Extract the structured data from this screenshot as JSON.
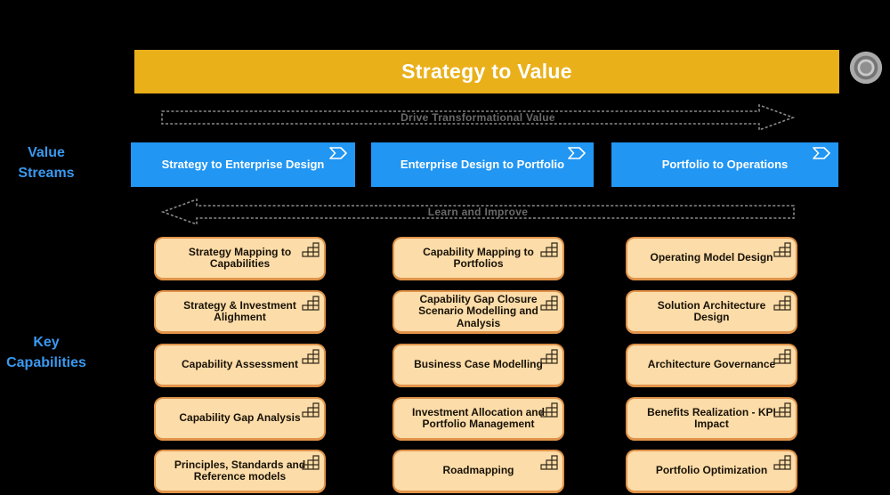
{
  "title": "Strategy to Value",
  "arrows": {
    "forward": "Drive Transformational Value",
    "backward": "Learn and Improve"
  },
  "side_labels": {
    "value_streams": "Value Streams",
    "key_capabilities": "Key Capabilities"
  },
  "icons": {
    "banner_right": "target-icon",
    "stream_corner": "value-stream-icon",
    "capability_corner": "capability-grid-icon"
  },
  "colors": {
    "background": "#000000",
    "banner": "#E9B01A",
    "stream_box": "#2196F3",
    "capability_fill": "#FCDCA8",
    "capability_border": "#E1944A",
    "side_label_text": "#3A99EF",
    "arrow_gray": "#6A6A6A"
  },
  "value_streams": [
    {
      "label": "Strategy to Enterprise Design"
    },
    {
      "label": "Enterprise Design to Portfolio"
    },
    {
      "label": "Portfolio to Operations"
    }
  ],
  "capabilities": {
    "columns": [
      {
        "items": [
          "Strategy Mapping to Capabilities",
          "Strategy & Investment Alighment",
          "Capability Assessment",
          "Capability Gap Analysis",
          "Principles, Standards and Reference models"
        ]
      },
      {
        "items": [
          "Capability Mapping to Portfolios",
          "Capability Gap Closure Scenario Modelling and Analysis",
          "Business Case Modelling",
          "Investment Allocation and Portfolio Management",
          "Roadmapping"
        ]
      },
      {
        "items": [
          "Operating Model Design",
          "Solution Architecture Design",
          "Architecture Governance",
          "Benefits Realization - KPI Impact",
          "Portfolio Optimization"
        ]
      }
    ]
  }
}
